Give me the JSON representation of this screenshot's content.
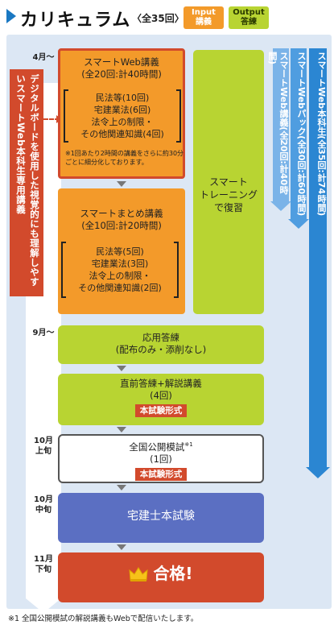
{
  "header": {
    "title": "カリキュラム",
    "subtitle": "〈全35回〉",
    "badge_input_en": "Input",
    "badge_input_ja": "講義",
    "badge_output_en": "Output",
    "badge_output_ja": "答練"
  },
  "timeline": {
    "apr": "4月〜",
    "sep": "9月〜",
    "oct1": "10月",
    "oct1b": "上旬",
    "oct2": "10月",
    "oct2b": "中旬",
    "nov": "11月",
    "novb": "下旬"
  },
  "red_banner": "デジタルボードを使用した視覚的にも理解しやすいスマートWeb本科生専用講義",
  "lecture1": {
    "title1": "スマートWeb講義",
    "title2": "(全20回:計40時間)",
    "items": [
      "民法等(10回)",
      "宅建業法(6回)",
      "法令上の制限・",
      "その他関連知識(4回)"
    ],
    "note": "※1回あたり2時間の講義をさらに約30分ごとに細分化しております。"
  },
  "lecture2": {
    "title1": "スマートまとめ講義",
    "title2": "(全10回:計20時間)",
    "items": [
      "民法等(5回)",
      "宅建業法(3回)",
      "法令上の制限・",
      "その他関連知識(2回)"
    ]
  },
  "training": {
    "line1": "スマート",
    "line2": "トレーニング",
    "line3": "で復習"
  },
  "columns": {
    "c1": "スマートWeb講義(全20回:計40時間)",
    "c2": "スマートWebパック(全30回:計60時間)",
    "c3": "スマートWeb本科生(全35回:計74時間)"
  },
  "boxes": {
    "applied1": "応用答練",
    "applied2": "(配布のみ・添削なし)",
    "final1": "直前答練+解説講義",
    "final2": "(4回)",
    "final_tag": "本試験形式",
    "mock1": "全国公開模試",
    "mock_sup": "※1",
    "mock2": "(1回)",
    "mock_tag": "本試験形式",
    "exam": "宅建士本試験",
    "pass": "合格!"
  },
  "footnote": "※1 全国公開模試の解説講義もWebで配信いたします。",
  "colors": {
    "orange": "#f39a2a",
    "green": "#b8d432",
    "red": "#d24a2c",
    "purple": "#5b6fc2",
    "blue": "#2b86d2",
    "panel": "#dce7f4"
  }
}
